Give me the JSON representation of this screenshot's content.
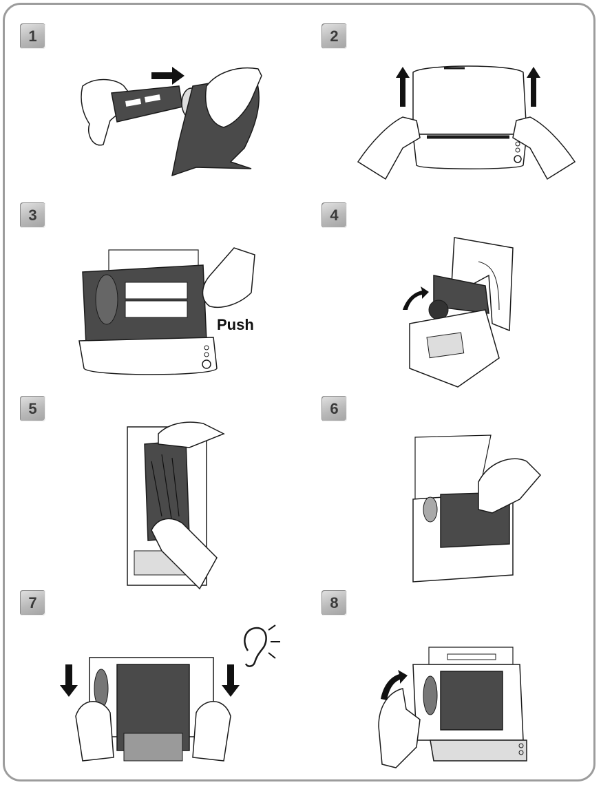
{
  "steps": [
    {
      "number": "1"
    },
    {
      "number": "2"
    },
    {
      "number": "3",
      "callout": "Push"
    },
    {
      "number": "4"
    },
    {
      "number": "5"
    },
    {
      "number": "6"
    },
    {
      "number": "7"
    },
    {
      "number": "8"
    }
  ],
  "colors": {
    "ribbon": "#4a4a4a",
    "outline": "#1a1a1a",
    "badge": "#b9b9b9",
    "frame": "#9c9c9c"
  }
}
